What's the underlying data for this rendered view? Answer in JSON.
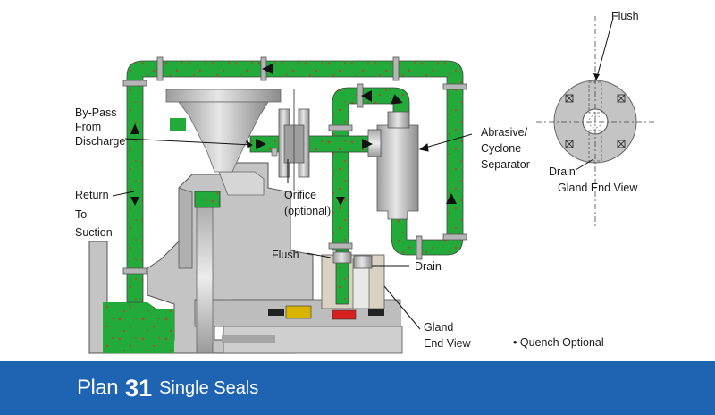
{
  "labels": {
    "bypass": [
      "By-Pass",
      "From",
      "Discharge"
    ],
    "return": [
      "Return",
      "To",
      "Suction"
    ],
    "orifice": [
      "Orifice",
      "(optional)"
    ],
    "cyclone": [
      "Abrasive/",
      "Cyclone",
      "Separator"
    ],
    "flush_main": "Flush",
    "drain_main": "Drain",
    "gland_main": [
      "Gland",
      "End View"
    ],
    "quench": "• Quench Optional",
    "inset_flush": "Flush",
    "inset_drain": "Drain",
    "inset_title": "Gland End View"
  },
  "footer": {
    "plan_word": "Plan",
    "plan_number": "31",
    "plan_subtitle": "Single Seals"
  },
  "colors": {
    "pipe_green": "#22aa3a",
    "speckle": "#a0522d",
    "casing_gray": "#c4c4c4",
    "footer_blue": "#1f63b3"
  }
}
